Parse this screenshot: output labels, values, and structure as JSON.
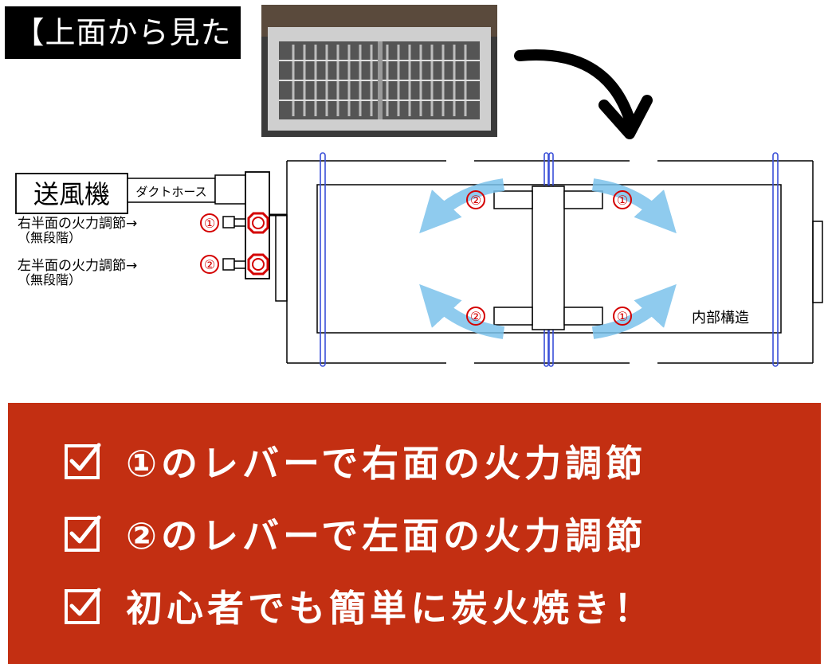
{
  "header": {
    "title": "【上面から見た図】"
  },
  "diagram": {
    "blower_label": "送風機",
    "duct_hose_label": "ダクトホース",
    "right_control_label": "右半面の火力調節→",
    "right_control_note": "（無段階）",
    "left_control_label": "左半面の火力調節→",
    "left_control_note": "（無段階）",
    "marker_1": "①",
    "marker_2": "②",
    "internal_label": "内部構造"
  },
  "features": [
    {
      "text": "①のレバーで右面の火力調節"
    },
    {
      "text": "②のレバーで左面の火力調節"
    },
    {
      "text": "初心者でも簡単に炭火焼き！"
    }
  ],
  "colors": {
    "banner": "#c32f12",
    "marker": "#d40000",
    "arrow": "#7cc3ec",
    "rod": "#3a4fd8"
  }
}
